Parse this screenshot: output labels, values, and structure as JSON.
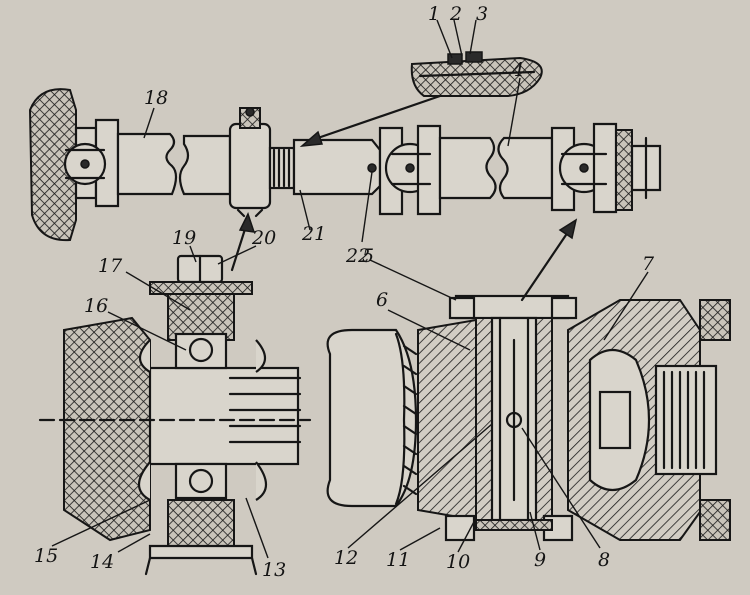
{
  "callouts": {
    "c1": "1",
    "c2": "2",
    "c3": "3",
    "c4": "4",
    "c5": "5",
    "c6": "6",
    "c7": "7",
    "c8": "8",
    "c9": "9",
    "c10": "10",
    "c11": "11",
    "c12": "12",
    "c13": "13",
    "c14": "14",
    "c15": "15",
    "c16": "16",
    "c17": "17",
    "c18": "18",
    "c19": "19",
    "c20": "20",
    "c21": "21",
    "c22": "22"
  },
  "colors": {
    "paper": "#cfcac1",
    "ink": "#161616"
  }
}
